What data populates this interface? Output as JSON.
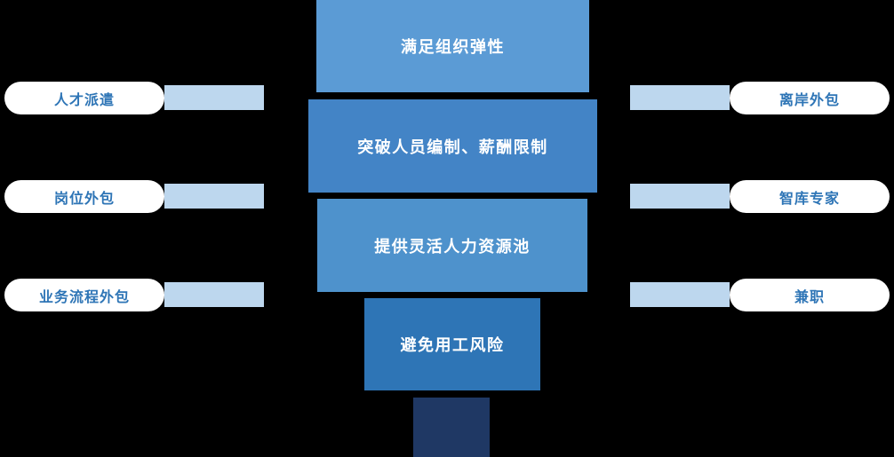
{
  "diagram": {
    "funnel": {
      "levels": [
        {
          "label": "满足组织弹性",
          "color": "#5B9BD5"
        },
        {
          "label": "突破人员编制、薪酬限制",
          "color": "#4384C6"
        },
        {
          "label": "提供灵活人力资源池",
          "color": "#4E92CC"
        },
        {
          "label": "避免用工风险",
          "color": "#2E75B6"
        },
        {
          "label": "",
          "color": "#1F3864"
        }
      ]
    },
    "left_items": [
      {
        "label": "人才派遣"
      },
      {
        "label": "岗位外包"
      },
      {
        "label": "业务流程外包"
      }
    ],
    "right_items": [
      {
        "label": "离岸外包"
      },
      {
        "label": "智库专家"
      },
      {
        "label": "兼职"
      }
    ],
    "colors": {
      "connector": "#BDD7EE",
      "pill_background": "#FFFFFF",
      "pill_text": "#2E75B6",
      "funnel_text": "#FFFFFF",
      "background": "#000000"
    }
  }
}
